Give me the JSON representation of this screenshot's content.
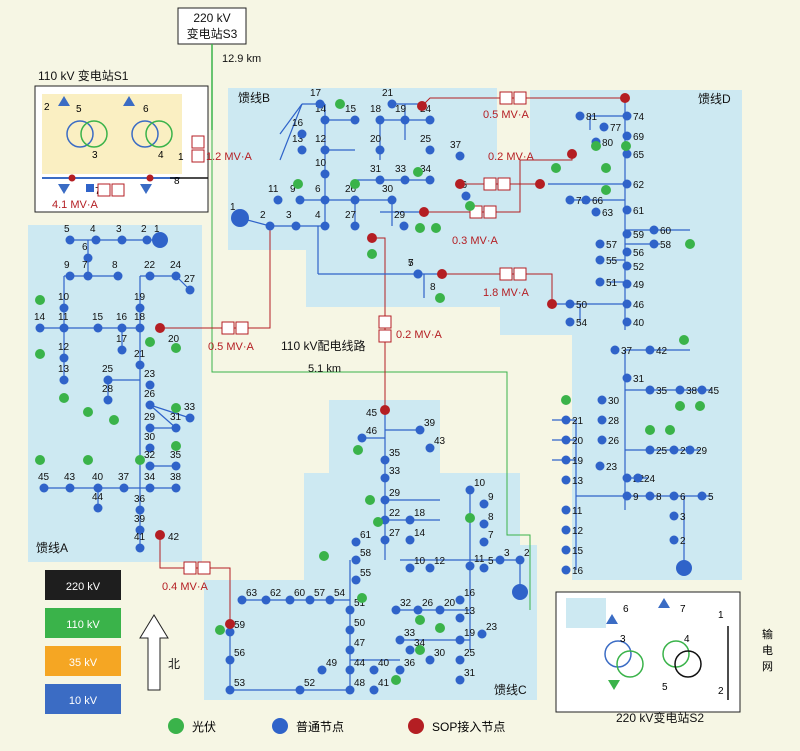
{
  "stations": {
    "s3": {
      "line1": "220 kV",
      "line2": "变电站S3",
      "distance": "12.9 km"
    },
    "s1": {
      "title": "110 kV 变电站S1",
      "nodes": [
        "2",
        "3",
        "4",
        "5",
        "6",
        "7",
        "8",
        "1"
      ],
      "sop": "4.1 MV·A",
      "sop_right": "1.2 MV·A"
    },
    "s2": {
      "title": "220 kV变电站S2",
      "nodes": [
        "1",
        "2",
        "3",
        "4",
        "5",
        "6",
        "7"
      ],
      "grid_label": [
        "输",
        "电",
        "网"
      ]
    }
  },
  "distribution_line": {
    "label": "110 kV配电线路",
    "distance": "5.1 km"
  },
  "feeders": {
    "a": "馈线A",
    "b": "馈线B",
    "c": "馈线C",
    "d": "馈线D"
  },
  "sop_ratings": {
    "ab": "0.5 MV·A",
    "bd_top": "0.5 MV·A",
    "bd_mid": "0.2 MV·A",
    "bd_low": "0.3 MV·A",
    "bd_bottom": "1.8 MV·A",
    "bc": "0.2 MV·A",
    "ac": "0.4 MV·A"
  },
  "legend_voltage": [
    {
      "label": "220 kV",
      "color": "#1e1e1e"
    },
    {
      "label": "110 kV",
      "color": "#3ab34a"
    },
    {
      "label": "35 kV",
      "color": "#f5a623"
    },
    {
      "label": "10 kV",
      "color": "#3b6cc4"
    }
  ],
  "legend_nodes": [
    {
      "label": "光伏",
      "color": "#3ab34a"
    },
    {
      "label": "普通节点",
      "color": "#2f63c9"
    },
    {
      "label": "SOP接入节点",
      "color": "#b41e23"
    }
  ],
  "north": "北",
  "colors": {
    "feeder_bg": "#cde9f2",
    "bus": "#2f63c9",
    "line": "#2c3e8c",
    "pv": "#3ab34a",
    "sop": "#b41e23",
    "wire_110": "#3ab34a"
  }
}
